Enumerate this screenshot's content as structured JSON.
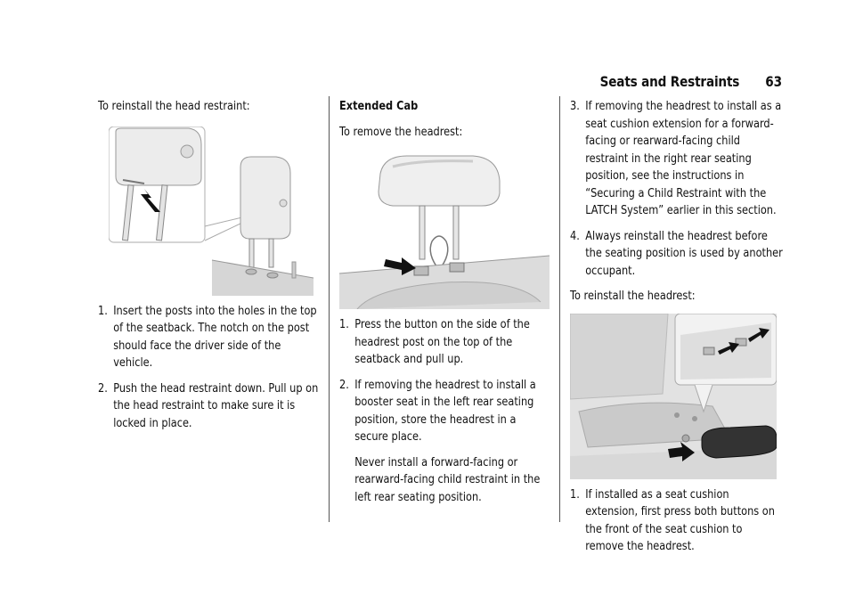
{
  "header": {
    "section": "Seats and Restraints",
    "page": "63"
  },
  "col1": {
    "intro": "To reinstall the head restraint:",
    "steps": [
      {
        "n": "1.",
        "text": "Insert the posts into the holes in the top of the seatback. The notch on the post should face the driver side of the vehicle."
      },
      {
        "n": "2.",
        "text": "Push the head restraint down. Pull up on the head restraint to make sure it is locked in place."
      }
    ]
  },
  "col2": {
    "heading": "Extended Cab",
    "intro": "To remove the headrest:",
    "steps": [
      {
        "n": "1.",
        "text": "Press the button on the side of the headrest post on the top of the seatback and pull up."
      },
      {
        "n": "2.",
        "text": "If removing the headrest to install a booster seat in the left rear seating position, store the headrest in a secure place.",
        "sub": "Never install a forward-facing or rearward-facing child restraint in the left rear seating position."
      }
    ]
  },
  "col3": {
    "steps": [
      {
        "n": "3.",
        "text": "If removing the headrest to install as a seat cushion extension for a forward-facing or rearward-facing child restraint in the right rear seating position, see the instructions in “Securing a Child Restraint with the LATCH System” earlier in this section."
      },
      {
        "n": "4.",
        "text": "Always reinstall the headrest before the seating position is used by another occupant."
      }
    ],
    "intro2": "To reinstall the headrest:",
    "steps2": [
      {
        "n": "1.",
        "text": "If installed as a seat cushion extension, first press both buttons on the front of the seat cushion to remove the headrest."
      }
    ]
  }
}
